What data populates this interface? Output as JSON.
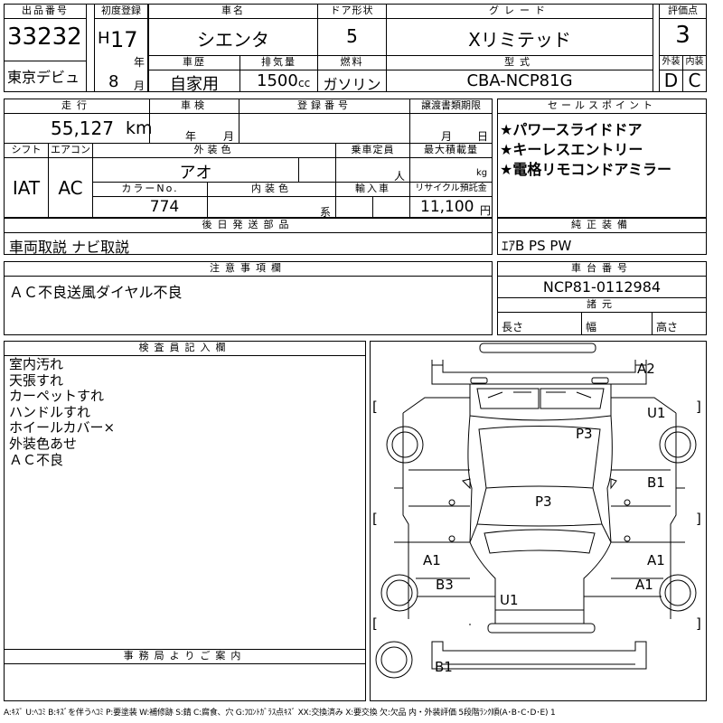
{
  "sheet": {
    "auction_no": {
      "label": "出品番号",
      "value": "33232",
      "venue": "東京デビュ"
    },
    "first_reg": {
      "label": "初度登録",
      "era": "H",
      "year": "17",
      "year_unit": "年",
      "month": "8",
      "month_unit": "月"
    },
    "car_name": {
      "label": "車名",
      "value": "シエンタ"
    },
    "door": {
      "label": "ドア形状",
      "value": "5"
    },
    "grade": {
      "label": "グレード",
      "value": "Xリミテッド"
    },
    "score": {
      "label": "評価点",
      "value": "3"
    },
    "history": {
      "label": "車歴",
      "value": "自家用"
    },
    "displacement": {
      "label": "排気量",
      "value": "1500",
      "unit": "cc"
    },
    "fuel": {
      "label": "燃料",
      "value": "ガソリン"
    },
    "model_code": {
      "label": "型式",
      "value": "CBA-NCP81G"
    },
    "exterior_grade": {
      "label": "外装",
      "value": "D"
    },
    "interior_grade": {
      "label": "内装",
      "value": "C"
    },
    "mileage": {
      "label": "走行",
      "value": "55,127",
      "unit": "km"
    },
    "inspection": {
      "label": "車検",
      "year_unit": "年",
      "month_unit": "月"
    },
    "reg_no": {
      "label": "登録番号"
    },
    "docs_deadline": {
      "label": "譲渡書類期限",
      "month_unit": "月",
      "day_unit": "日"
    },
    "shift": {
      "label": "シフト",
      "value": "IAT"
    },
    "aircon": {
      "label": "エアコン",
      "value": "AC"
    },
    "ext_color": {
      "label": "外装色",
      "value": "アオ"
    },
    "capacity": {
      "label": "乗車定員",
      "unit": "人"
    },
    "max_load": {
      "label": "最大積載量",
      "unit": "kg"
    },
    "color_no": {
      "label": "カラーNo.",
      "value": "774"
    },
    "int_color": {
      "label": "内装色",
      "unit": "系"
    },
    "import": {
      "label": "輸入車"
    },
    "recycle": {
      "label": "リサイクル預託金",
      "value": "11,100",
      "unit": "円"
    },
    "sales_points": {
      "label": "セールスポイント",
      "items": [
        "★パワースライドドア",
        "★キーレスエントリー",
        "★電格リモコンドアミラー"
      ]
    },
    "later_parts": {
      "label": "後日発送部品",
      "value": "車両取説 ナビ取説"
    },
    "equipment": {
      "label": "純正装備",
      "value": "ｴｱB PS PW"
    },
    "notes": {
      "label": "注意事項欄",
      "value": "ＡＣ不良送風ダイヤル不良"
    },
    "chassis_no": {
      "label": "車台番号",
      "value": "NCP81-0112984"
    },
    "specs": {
      "label": "諸元",
      "length": "長さ",
      "width": "幅",
      "height": "高さ"
    },
    "inspector": {
      "label": "検査員記入欄",
      "items": [
        "室内汚れ",
        "天張すれ",
        "カーペットすれ",
        "ハンドルすれ",
        "ホイールカバー×",
        "外装色あせ",
        "ＡＣ不良"
      ]
    },
    "office_notice": {
      "label": "事務局よりご案内"
    },
    "legend": "A:ｷｽﾞ U:ﾍｺﾐ B:ｷｽﾞを伴うﾍｺﾐ P:要塗装 W:補修跡 S:錆 C:腐食、穴 G:ﾌﾛﾝﾄｶﾞﾗｽ点ｷｽﾞ XX:交換済み X:要交換 欠:欠品 内・外装評価 5段階ﾗﾝｸ順(A･B･C･D･E) 1"
  },
  "diagram": {
    "marks": {
      "front": "A2",
      "hood": "P3",
      "roof": "P3",
      "front_left_fender": "U1",
      "right_front_door": "B1",
      "left_rear_door": "A1",
      "right_rear_door": "A1",
      "left_rear": "B3",
      "right_rear": "A1",
      "rear_gate": "U1",
      "rear_bumper": "B1"
    },
    "brackets": {
      "left_top": "[",
      "right_top": "]",
      "left_mid": "[",
      "right_mid": "]",
      "left_bottom": "[",
      "right_bottom": "]"
    }
  }
}
